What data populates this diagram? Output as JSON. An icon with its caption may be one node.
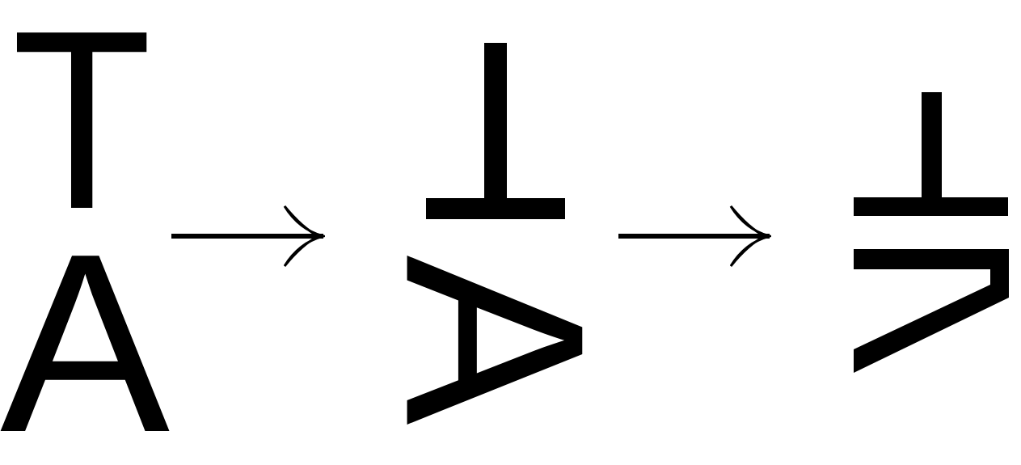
{
  "diagram": {
    "nodes": [
      {
        "text": [],
        "shape": "group"
      },
      {
        "text": [
          "T"
        ],
        "in": 0
      },
      {
        "text": [
          "A"
        ],
        "in": 0
      },
      {
        "text": [],
        "shape": "group"
      },
      {
        "text": [],
        "shape": "picture",
        "in": 3
      },
      {
        "text": [
          "A"
        ],
        "in": 3
      },
      {
        "text": [],
        "shape": "group"
      },
      {
        "text": [],
        "shape": "picture",
        "in": 6
      },
      {
        "text": [],
        "shape": "picture",
        "in": 6
      }
    ],
    "edges": [
      {
        "from": 0,
        "to": 3,
        "arrow": "to"
      },
      {
        "from": 3,
        "to": 6,
        "arrow": "to"
      }
    ]
  }
}
